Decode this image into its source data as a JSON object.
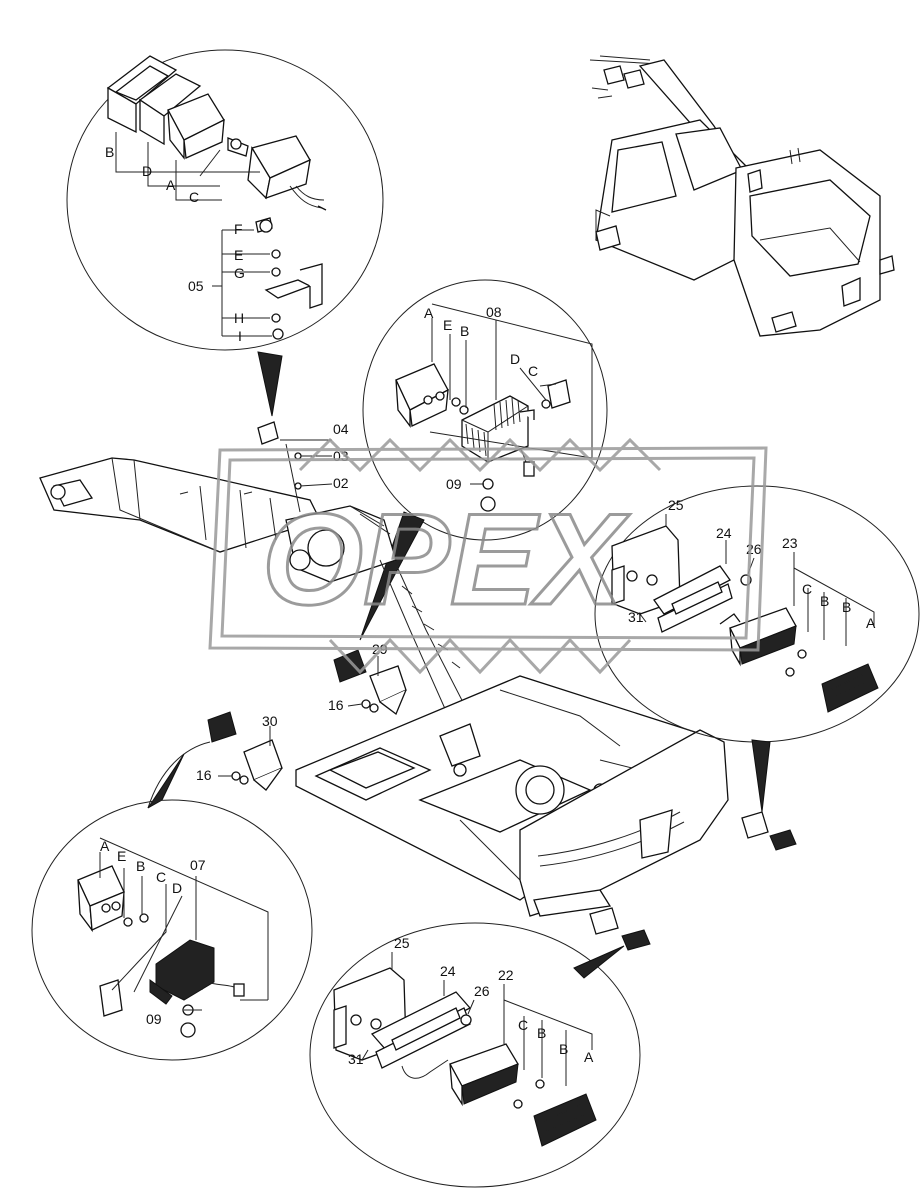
{
  "watermark": {
    "text": "OPEX"
  },
  "callouts": {
    "top_left": [
      "B",
      "D",
      "A",
      "C",
      "F",
      "E",
      "G",
      "05",
      "H",
      "I"
    ],
    "center": [
      "A",
      "E",
      "B",
      "08",
      "D",
      "C",
      "09"
    ],
    "mid_parts": [
      "04",
      "03",
      "02",
      "29",
      "16",
      "30",
      "16"
    ],
    "right": [
      "25",
      "24",
      "26",
      "23",
      "C",
      "B",
      "B",
      "A",
      "31"
    ],
    "bottom_left": [
      "A",
      "E",
      "B",
      "C",
      "D",
      "07",
      "09"
    ],
    "bottom_center": [
      "25",
      "24",
      "26",
      "22",
      "C",
      "B",
      "B",
      "A",
      "31"
    ]
  }
}
